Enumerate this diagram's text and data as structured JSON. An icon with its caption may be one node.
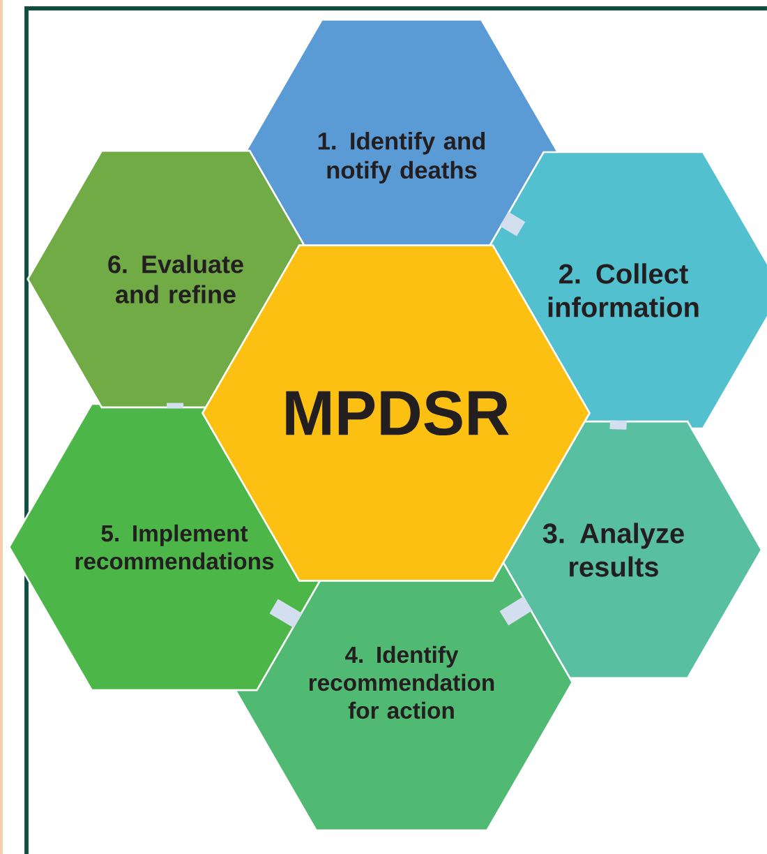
{
  "diagram": {
    "nodes": [
      {
        "text": [
          "1. Identify and notify deaths"
        ]
      },
      {
        "text": [
          "2. Collect information"
        ]
      },
      {
        "text": [
          "3. Analyze results"
        ]
      },
      {
        "text": [
          "4. Identify recommendation for action"
        ]
      },
      {
        "text": [
          "5. Implement recommendations"
        ]
      },
      {
        "text": [
          "6. Evaluate and refine"
        ]
      },
      {
        "text": [
          "MPDSR"
        ]
      }
    ],
    "edges": [
      {
        "from": 0,
        "to": 1,
        "arrow": "none"
      },
      {
        "from": 1,
        "to": 2,
        "arrow": "none"
      },
      {
        "from": 2,
        "to": 3,
        "arrow": "none"
      },
      {
        "from": 3,
        "to": 4,
        "arrow": "none"
      },
      {
        "from": 5,
        "to": 4,
        "arrow": "none"
      }
    ]
  }
}
